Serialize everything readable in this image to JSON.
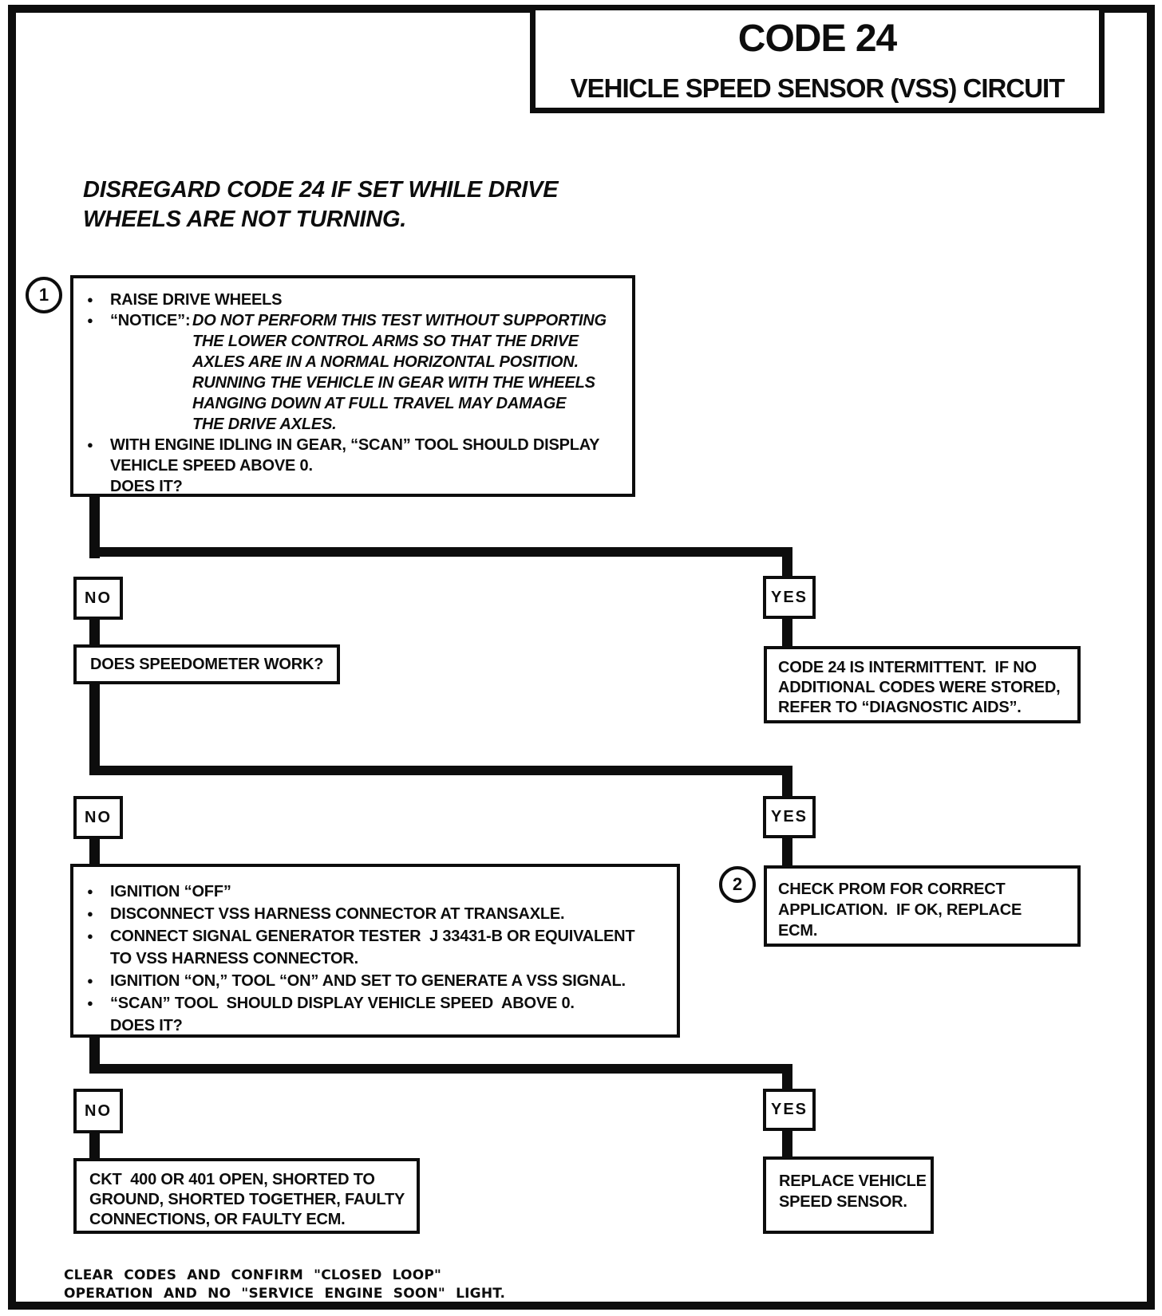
{
  "header": {
    "code_title": "CODE 24",
    "circuit_title": "VEHICLE SPEED SENSOR (VSS) CIRCUIT"
  },
  "warning_lines": [
    "DISREGARD CODE 24 IF SET WHILE DRIVE",
    "WHEELS ARE NOT TURNING."
  ],
  "labels": {
    "no": "NO",
    "yes": "YES"
  },
  "icons": {
    "bullet": "●"
  },
  "step1": {
    "badge": "1",
    "bullet1": "RAISE DRIVE WHEELS",
    "notice_label": "“NOTICE”:  ",
    "notice_lines": [
      "DO NOT PERFORM THIS TEST WITHOUT SUPPORTING",
      "THE LOWER CONTROL ARMS SO THAT THE DRIVE",
      "AXLES ARE IN A NORMAL HORIZONTAL POSITION.",
      "RUNNING THE VEHICLE IN GEAR WITH THE WHEELS",
      "HANGING DOWN AT FULL TRAVEL MAY DAMAGE",
      "THE DRIVE AXLES."
    ],
    "scan_lines": [
      "WITH ENGINE IDLING IN GEAR, “SCAN” TOOL SHOULD DISPLAY",
      "VEHICLE SPEED ABOVE 0.",
      "DOES IT?"
    ]
  },
  "speedometer_box": {
    "question": "DOES SPEEDOMETER WORK?"
  },
  "intermittent_box": {
    "lines": [
      "CODE 24 IS INTERMITTENT.  IF NO",
      "ADDITIONAL CODES WERE STORED,",
      "REFER TO “DIAGNOSTIC AIDS”."
    ]
  },
  "step2": {
    "badge": "2",
    "b1": "IGNITION “OFF”",
    "b2": "DISCONNECT VSS HARNESS CONNECTOR AT TRANSAXLE.",
    "b3_line1": "CONNECT SIGNAL GENERATOR TESTER  J 33431-B OR EQUIVALENT",
    "b3_line2": "TO VSS HARNESS CONNECTOR.",
    "b4": "IGNITION “ON,” TOOL “ON” AND SET TO GENERATE A VSS SIGNAL.",
    "b5_line1": "“SCAN” TOOL  SHOULD DISPLAY VEHICLE SPEED  ABOVE 0.",
    "b5_line2": "DOES IT?"
  },
  "check_prom_box": {
    "lines": [
      "CHECK PROM FOR CORRECT",
      "APPLICATION.  IF OK, REPLACE",
      "ECM."
    ]
  },
  "ckt_box": {
    "lines": [
      "CKT  400 OR 401 OPEN, SHORTED TO",
      "GROUND, SHORTED TOGETHER, FAULTY",
      "CONNECTIONS, OR FAULTY ECM."
    ]
  },
  "replace_box": {
    "lines": [
      "REPLACE VEHICLE",
      "SPEED SENSOR."
    ]
  },
  "footer_lines": [
    "CLEAR CODES AND CONFIRM \"CLOSED LOOP\"",
    "OPERATION AND NO \"SERVICE ENGINE SOON\" LIGHT."
  ]
}
